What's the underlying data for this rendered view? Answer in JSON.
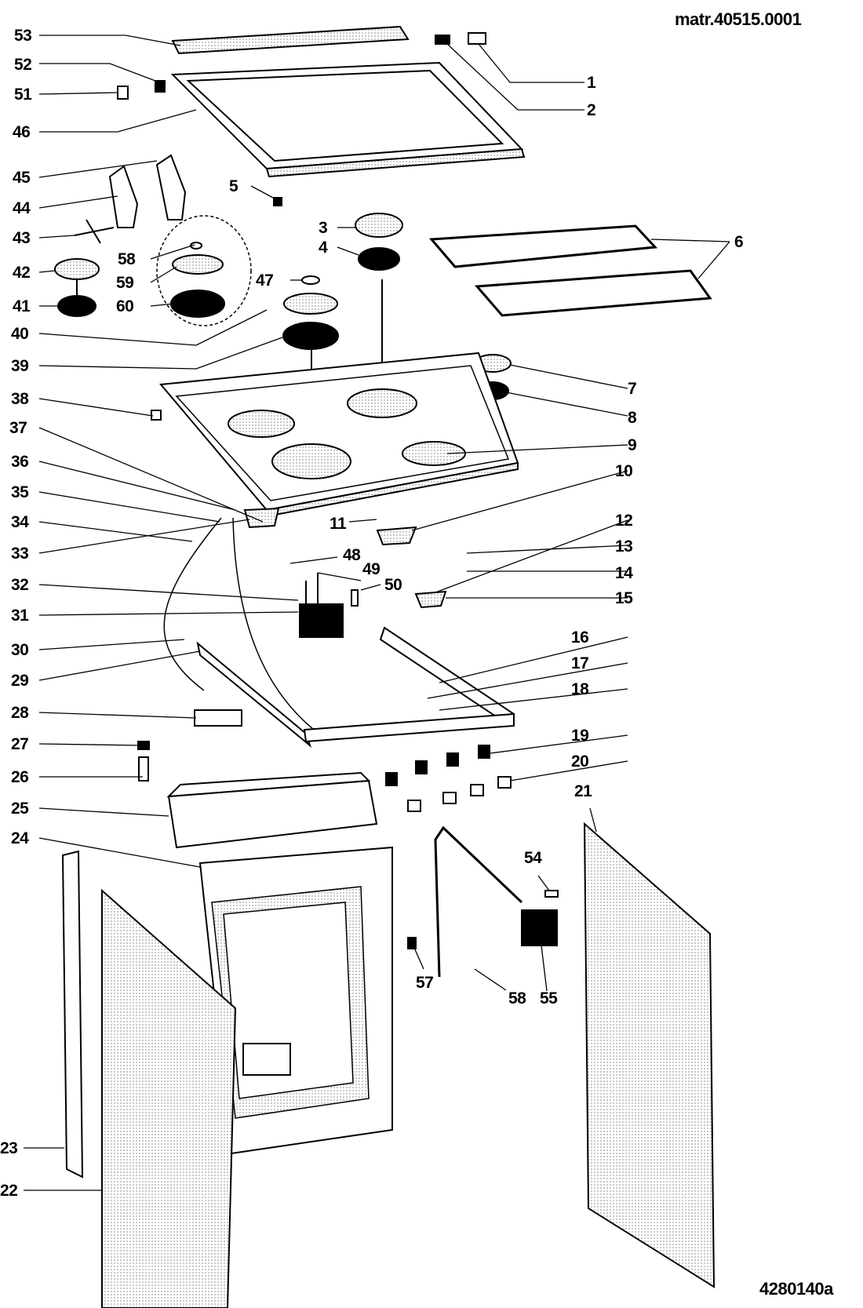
{
  "diagram": {
    "type": "exploded-parts-view",
    "subject": "gas cooker",
    "header_code": "matr.40515.0001",
    "footer_code": "4280140a",
    "colors": {
      "ink": "#000000",
      "shade": "#c8c8c8",
      "background": "#ffffff"
    }
  },
  "callouts": [
    {
      "id": "53",
      "side": "left"
    },
    {
      "id": "52",
      "side": "left"
    },
    {
      "id": "51",
      "side": "left"
    },
    {
      "id": "46",
      "side": "left"
    },
    {
      "id": "45",
      "side": "left"
    },
    {
      "id": "44",
      "side": "left"
    },
    {
      "id": "43",
      "side": "left"
    },
    {
      "id": "42",
      "side": "left"
    },
    {
      "id": "41",
      "side": "left"
    },
    {
      "id": "40",
      "side": "left"
    },
    {
      "id": "39",
      "side": "left"
    },
    {
      "id": "38",
      "side": "left"
    },
    {
      "id": "37",
      "side": "left"
    },
    {
      "id": "36",
      "side": "left"
    },
    {
      "id": "35",
      "side": "left"
    },
    {
      "id": "34",
      "side": "left"
    },
    {
      "id": "33",
      "side": "left"
    },
    {
      "id": "32",
      "side": "left"
    },
    {
      "id": "31",
      "side": "left"
    },
    {
      "id": "30",
      "side": "left"
    },
    {
      "id": "29",
      "side": "left"
    },
    {
      "id": "28",
      "side": "left"
    },
    {
      "id": "27",
      "side": "left"
    },
    {
      "id": "26",
      "side": "left"
    },
    {
      "id": "25",
      "side": "left"
    },
    {
      "id": "24",
      "side": "left"
    },
    {
      "id": "23",
      "side": "left"
    },
    {
      "id": "22",
      "side": "left"
    },
    {
      "id": "1",
      "side": "right"
    },
    {
      "id": "2",
      "side": "right"
    },
    {
      "id": "6",
      "side": "right"
    },
    {
      "id": "7",
      "side": "right"
    },
    {
      "id": "8",
      "side": "right"
    },
    {
      "id": "9",
      "side": "right"
    },
    {
      "id": "10",
      "side": "right"
    },
    {
      "id": "12",
      "side": "right"
    },
    {
      "id": "13",
      "side": "right"
    },
    {
      "id": "14",
      "side": "right"
    },
    {
      "id": "15",
      "side": "right"
    },
    {
      "id": "16",
      "side": "right"
    },
    {
      "id": "17",
      "side": "right"
    },
    {
      "id": "18",
      "side": "right"
    },
    {
      "id": "19",
      "side": "right"
    },
    {
      "id": "20",
      "side": "right"
    },
    {
      "id": "21",
      "side": "right"
    },
    {
      "id": "5",
      "side": "inner"
    },
    {
      "id": "3",
      "side": "inner"
    },
    {
      "id": "4",
      "side": "inner"
    },
    {
      "id": "58",
      "side": "inner"
    },
    {
      "id": "59",
      "side": "inner"
    },
    {
      "id": "60",
      "side": "inner"
    },
    {
      "id": "47",
      "side": "inner"
    },
    {
      "id": "11",
      "side": "inner"
    },
    {
      "id": "48",
      "side": "inner"
    },
    {
      "id": "49",
      "side": "inner"
    },
    {
      "id": "50",
      "side": "inner"
    },
    {
      "id": "54",
      "side": "inner"
    },
    {
      "id": "57",
      "side": "inner"
    },
    {
      "id": "58b",
      "label": "58",
      "side": "inner"
    },
    {
      "id": "55",
      "side": "inner"
    }
  ],
  "labels": {
    "c53": "53",
    "c52": "52",
    "c51": "51",
    "c46": "46",
    "c45": "45",
    "c44": "44",
    "c43": "43",
    "c42": "42",
    "c41": "41",
    "c40": "40",
    "c39": "39",
    "c38": "38",
    "c37": "37",
    "c36": "36",
    "c35": "35",
    "c34": "34",
    "c33": "33",
    "c32": "32",
    "c31": "31",
    "c30": "30",
    "c29": "29",
    "c28": "28",
    "c27": "27",
    "c26": "26",
    "c25": "25",
    "c24": "24",
    "c23": "23",
    "c22": "22",
    "c1": "1",
    "c2": "2",
    "c6": "6",
    "c7": "7",
    "c8": "8",
    "c9": "9",
    "c10": "10",
    "c12": "12",
    "c13": "13",
    "c14": "14",
    "c15": "15",
    "c16": "16",
    "c17": "17",
    "c18": "18",
    "c19": "19",
    "c20": "20",
    "c21": "21",
    "c5": "5",
    "c3": "3",
    "c4": "4",
    "c58": "58",
    "c59": "59",
    "c60": "60",
    "c47": "47",
    "c11": "11",
    "c48": "48",
    "c49": "49",
    "c50": "50",
    "c54": "54",
    "c57": "57",
    "c58b": "58",
    "c55": "55"
  }
}
